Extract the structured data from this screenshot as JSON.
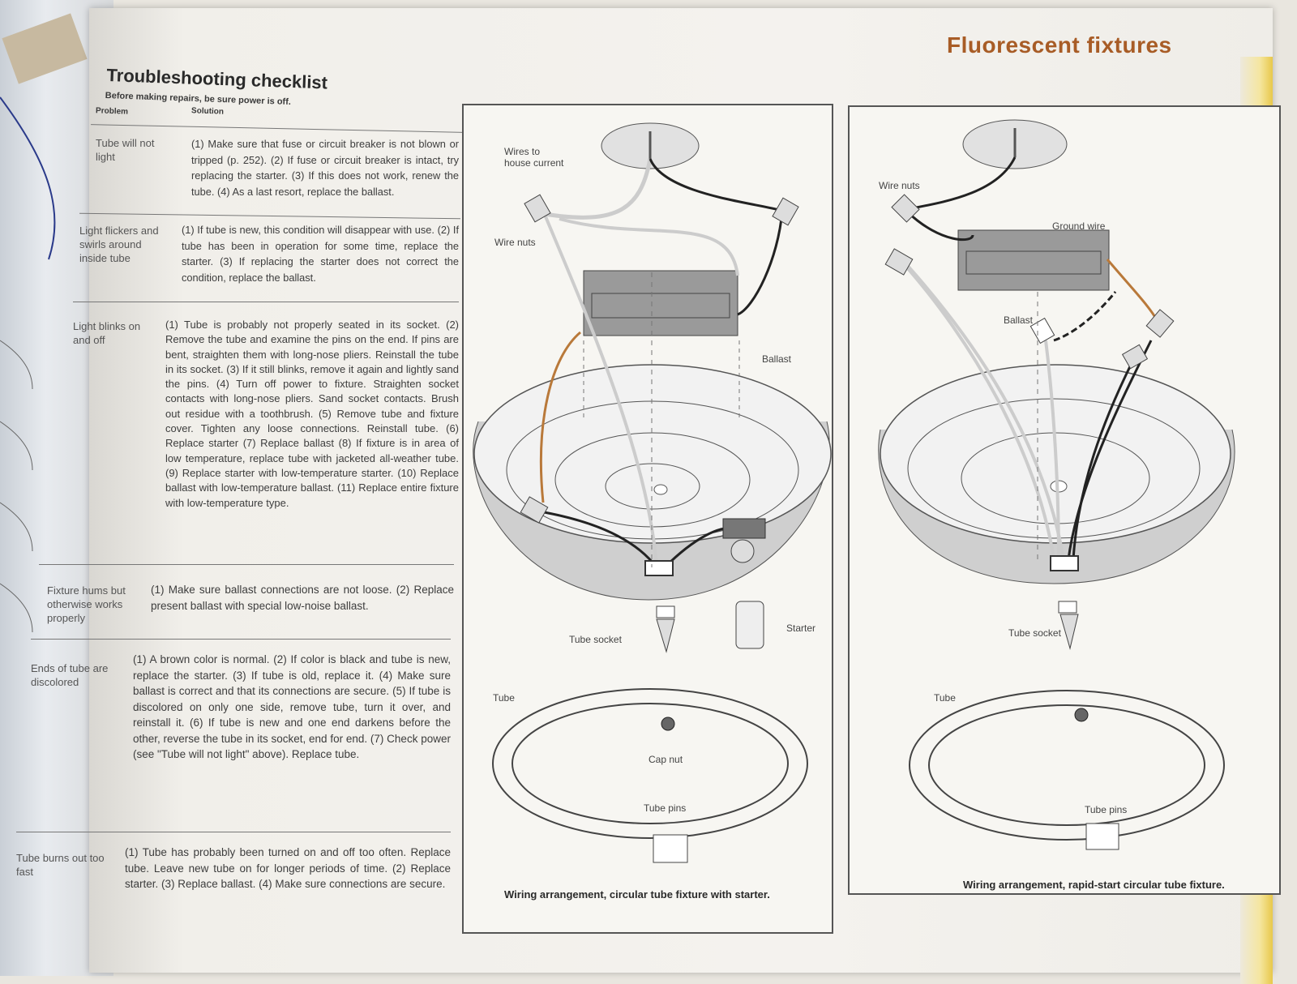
{
  "page": {
    "title": "Fluorescent fixtures"
  },
  "checklist": {
    "title": "Troubleshooting checklist",
    "note": "Before making repairs, be sure power is off.",
    "col_problem": "Problem",
    "col_solution": "Solution",
    "rows": [
      {
        "problem": "Tube will not light",
        "solution": "(1) Make sure that fuse or circuit breaker is not blown or tripped (p. 252). (2) If fuse or circuit breaker is intact, try replacing the starter. (3) If this does not work, renew the tube. (4) As a last resort, replace the ballast."
      },
      {
        "problem": "Light flickers and swirls around inside tube",
        "solution": "(1) If tube is new, this condition will disappear with use. (2) If tube has been in operation for some time, replace the starter. (3) If replacing the starter does not correct the condition, replace the ballast."
      },
      {
        "problem": "Light blinks on and off",
        "solution": "(1) Tube is probably not properly seated in its socket. (2) Remove the tube and examine the pins on the end. If pins are bent, straighten them with long-nose pliers. Reinstall the tube in its socket. (3) If it still blinks, remove it again and lightly sand the pins. (4) Turn off power to fixture. Straighten socket contacts with long-nose pliers. Sand socket contacts. Brush out residue with a toothbrush. (5) Remove tube and fixture cover. Tighten any loose connections. Reinstall tube. (6) Replace starter (7) Replace ballast (8) If fixture is in area of low temperature, replace tube with jacketed all-weather tube. (9) Replace starter with low-temperature starter. (10) Replace ballast with low-temperature ballast. (11) Replace entire fixture with low-temperature type."
      },
      {
        "problem": "Fixture hums but otherwise works properly",
        "solution": "(1) Make sure ballast connections are not loose. (2) Replace present ballast with special low-noise ballast."
      },
      {
        "problem": "Ends of tube are discolored",
        "solution": "(1) A brown color is normal. (2) If color is black and tube is new, replace the starter. (3) If tube is old, replace it. (4) Make sure ballast is correct and that its connections are secure. (5) If tube is discolored on only one side, remove tube, turn it over, and reinstall it. (6) If tube is new and one end darkens before the other, reverse the tube in its socket, end for end. (7) Check power (see \"Tube will not light\" above). Replace tube."
      },
      {
        "problem": "Tube burns out too fast",
        "solution": "(1) Tube has probably been turned on and off too often. Replace tube. Leave new tube on for longer periods of time. (2) Replace starter. (3) Replace ballast. (4) Make sure connections are secure."
      }
    ]
  },
  "figure_left": {
    "caption": "Wiring arrangement, circular tube fixture with starter.",
    "labels": {
      "wires": "Wires to house current",
      "wire_nuts": "Wire nuts",
      "ballast": "Ballast",
      "tube_socket": "Tube socket",
      "starter": "Starter",
      "tube": "Tube",
      "cap_nut": "Cap nut",
      "tube_pins": "Tube pins"
    }
  },
  "figure_right": {
    "caption": "Wiring arrangement, rapid-start circular tube fixture.",
    "labels": {
      "wire_nuts": "Wire nuts",
      "ground_wire": "Ground wire",
      "ballast": "Ballast",
      "tube_socket": "Tube socket",
      "tube": "Tube",
      "tube_pins": "Tube pins"
    }
  },
  "colors": {
    "title": "#a85c26",
    "wire_brown": "#b9793a",
    "wire_black": "#1e1e1e"
  }
}
